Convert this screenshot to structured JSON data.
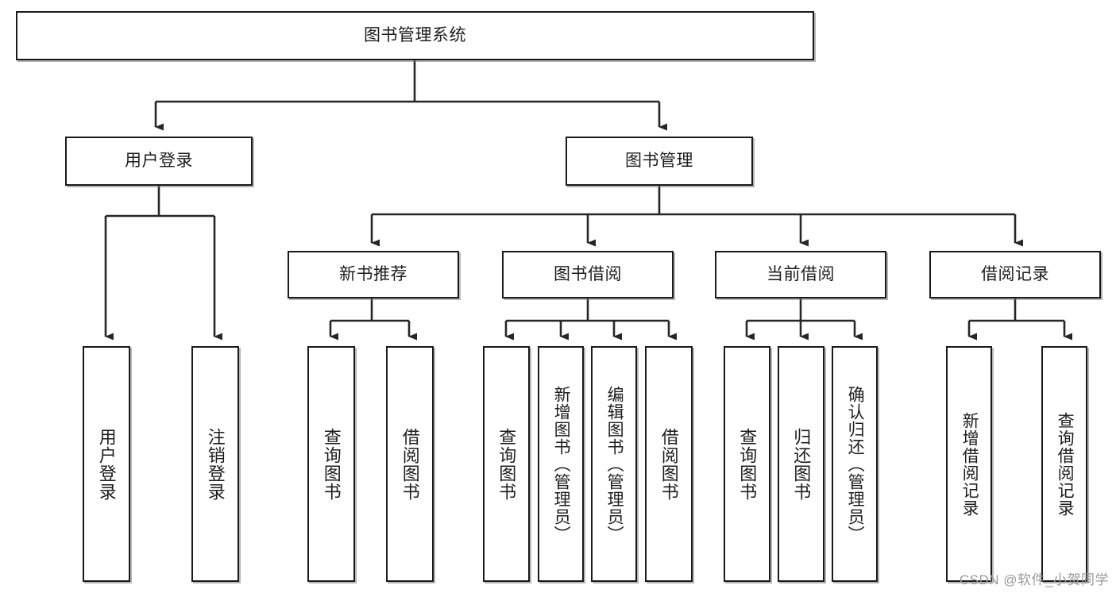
{
  "diagram": {
    "title": "图书管理系统",
    "type": "tree",
    "levels": {
      "root": {
        "label": "图书管理系统"
      },
      "level2": [
        {
          "label": "用户登录"
        },
        {
          "label": "图书管理"
        }
      ],
      "level3": [
        {
          "label": "新书推荐"
        },
        {
          "label": "图书借阅"
        },
        {
          "label": "当前借阅"
        },
        {
          "label": "借阅记录"
        }
      ],
      "leaves": {
        "user_login": [
          {
            "label": "用户登录"
          },
          {
            "label": "注销登录"
          }
        ],
        "new_book_recommend": [
          {
            "label": "查询图书"
          },
          {
            "label": "借阅图书"
          }
        ],
        "book_borrow": [
          {
            "label": "查询图书"
          },
          {
            "label": "新增图书（管理员）"
          },
          {
            "label": "编辑图书（管理员）"
          },
          {
            "label": "借阅图书"
          }
        ],
        "current_borrow": [
          {
            "label": "查询图书"
          },
          {
            "label": "归还图书"
          },
          {
            "label": "确认归还（管理员）"
          }
        ],
        "borrow_record": [
          {
            "label": "新增借阅记录"
          },
          {
            "label": "查询借阅记录"
          }
        ]
      }
    },
    "colors": {
      "stroke": "#1a1a1a",
      "fill": "#ffffff",
      "shadow": "#787878",
      "text": "#1d1d1d",
      "watermark": "#9a9a9a"
    }
  },
  "watermark": {
    "text": "CSDN @软件_小贺同学"
  }
}
